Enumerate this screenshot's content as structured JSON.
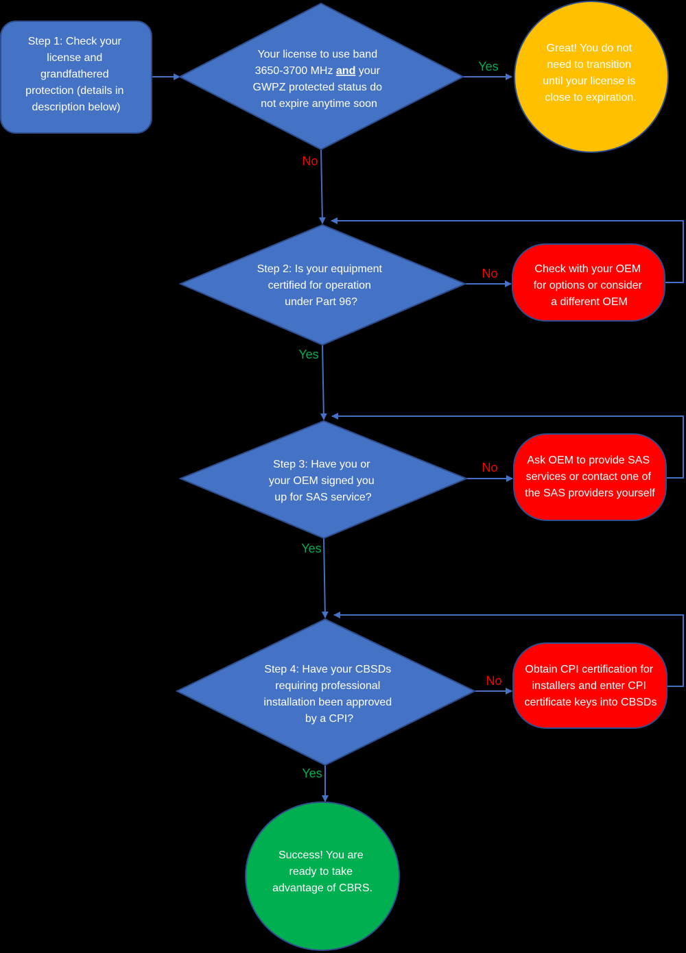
{
  "colors": {
    "background": "#000000",
    "process_blue": "#4472c4",
    "decision_blue": "#4472c4",
    "warning_yellow": "#ffc000",
    "error_red": "#ff0000",
    "success_green": "#00b050",
    "label_yes": "#00b050",
    "label_no": "#ff0000",
    "text": "#ffffff"
  },
  "step1": {
    "lines": [
      "Step 1: Check your",
      "license and",
      "grandfathered",
      "protection (details in",
      "description below)"
    ]
  },
  "decision1": {
    "line1": "Your license to use band",
    "line2_pre": "3650-3700 MHz ",
    "line2_bold": "and",
    "line2_post": " your",
    "line3": "GWPZ protected status do",
    "line4": "not expire anytime soon"
  },
  "great": {
    "lines": [
      "Great! You do not",
      "need to transition",
      "until your license is",
      "close to expiration."
    ]
  },
  "decision2": {
    "lines": [
      "Step 2: Is your equipment",
      "certified for operation",
      "under Part 96?"
    ]
  },
  "action2": {
    "lines": [
      "Check with your OEM",
      "for options or consider",
      "a different OEM"
    ]
  },
  "decision3": {
    "lines": [
      "Step 3: Have you or",
      "your OEM signed you",
      "up for SAS service?"
    ]
  },
  "action3": {
    "lines": [
      "Ask OEM to provide SAS",
      "services or contact one of",
      "the SAS providers yourself"
    ]
  },
  "decision4": {
    "lines": [
      "Step 4: Have your CBSDs",
      "requiring professional",
      "installation been approved",
      "by a CPI?"
    ]
  },
  "action4": {
    "lines": [
      "Obtain CPI certification for",
      "installers and enter CPI",
      "certificate keys into CBSDs"
    ]
  },
  "success": {
    "lines": [
      "Success! You are",
      "ready to take",
      "advantage of CBRS."
    ]
  },
  "labels": {
    "yes": "Yes",
    "no": "No"
  }
}
